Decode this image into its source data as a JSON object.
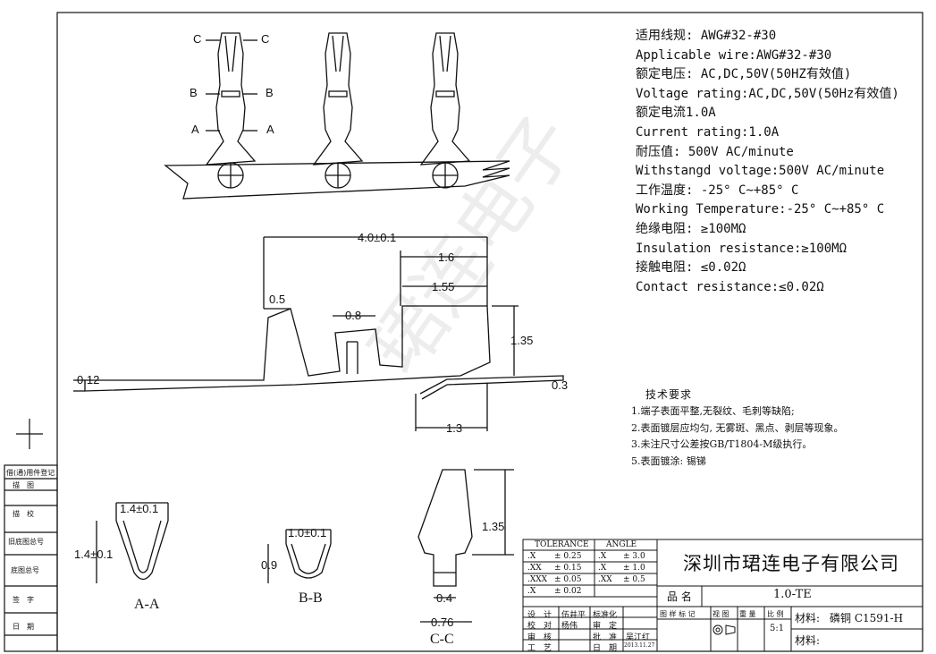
{
  "specs": [
    "适用线规: AWG#32-#30",
    "Applicable wire:AWG#32-#30",
    "额定电压: AC,DC,50V(50HZ有效值)",
    "Voltage rating:AC,DC,50V(50Hz有效值)",
    "额定电流1.0A",
    "Current rating:1.0A",
    "耐压值: 500V AC/minute",
    "Withstangd voltage:500V AC/minute",
    "工作温度: -25° C~+85° C",
    "Working Temperature:-25° C~+85° C",
    "绝缘电阻: ≥100MΩ",
    "Insulation resistance:≥100MΩ",
    "接触电阻: ≤0.02Ω",
    "Contact resistance:≤0.02Ω"
  ],
  "requirements": {
    "title": "技术要求",
    "items": [
      "1.端子表面平整,无裂纹、毛刺等缺陷;",
      "2.表面镀层应均匀, 无雾斑、黑点、剥层等现象。",
      "3.未注尺寸公差按GB/T1804-M级执行。",
      "5.表面镀涂: 锡锑"
    ]
  },
  "section_labels": {
    "c": "C",
    "b": "B",
    "a": "A",
    "aa": "A-A",
    "bb": "B-B",
    "cc": "C-C"
  },
  "dimensions": {
    "overall_length": "4.0±0.1",
    "d_1_6": "1.6",
    "d_1_55": "1.55",
    "d_0_5": "0.5",
    "d_0_8": "0.8",
    "d_1_35": "1.35",
    "d_0_12": "0.12",
    "d_0_3": "0.3",
    "d_1_3": "1.3",
    "aa_width": "1.4±0.1",
    "aa_height": "1.4±0.1",
    "bb_width": "1.0±0.1",
    "bb_height": "0.9",
    "cc_height": "1.35",
    "cc_inner": "0.4",
    "cc_outer": "0.76"
  },
  "side_stamps": [
    "借(通)用件登记",
    "描　图",
    "描　校",
    "旧底图总号",
    "底图总号",
    "签　字",
    "日　期"
  ],
  "title_block": {
    "company": "深圳市珺连电子有限公司",
    "tolerance_header": "TOLERANCE",
    "angle_header": "ANGLE",
    "tolerance_rows": [
      [
        ".X",
        "± 0.25",
        ".X",
        "± 3.0"
      ],
      [
        ".XX",
        "± 0.15",
        ".X",
        "± 1.0"
      ],
      [
        ".XXX",
        "± 0.05",
        ".XX",
        "± 0.5"
      ],
      [
        ".X",
        "± 0.02",
        "",
        ""
      ]
    ],
    "product_name_label": "品 名",
    "product_name": "1.0-TE",
    "sig_rows": [
      [
        "设　计",
        "伍井平",
        "标准化",
        ""
      ],
      [
        "校　对",
        "杨伟",
        "审　定",
        ""
      ],
      [
        "审　核",
        "",
        "批　准",
        "吴江红"
      ],
      [
        "工　艺",
        "",
        "日　期",
        "2013.11.27"
      ]
    ],
    "small_headers": [
      "图 样 标 记",
      "视 图",
      "重 量",
      "比 例"
    ],
    "scale": "5:1",
    "material_label": "材料:",
    "material": "磷铜 C1591-H",
    "material_label_2": "材料:"
  },
  "watermark": "珺连电子"
}
